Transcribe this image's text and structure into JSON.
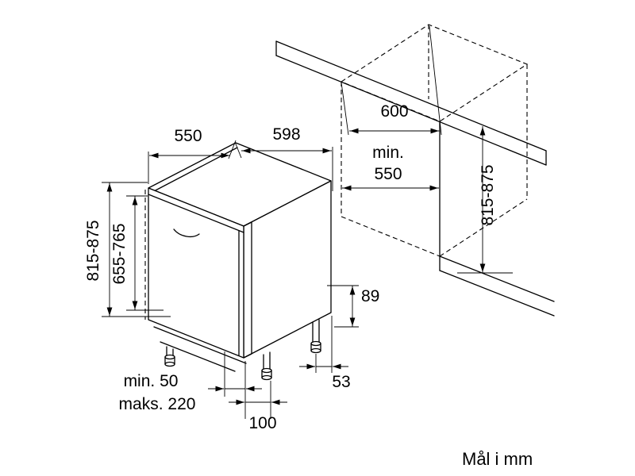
{
  "diagram": {
    "caption": "Mål i mm",
    "appliance": {
      "depth": "550",
      "width": "598",
      "height_total": "815-875",
      "height_inner": "655-765",
      "base_height": "89",
      "rear_foot_inset": "53",
      "front_foot_inset": "100",
      "plinth_min": "min. 50",
      "plinth_max": "maks. 220"
    },
    "niche": {
      "depth": "600",
      "width_min_label": "min.",
      "width_min_value": "550",
      "height": "815-875"
    }
  },
  "colors": {
    "line": "#000000",
    "background": "#ffffff"
  }
}
